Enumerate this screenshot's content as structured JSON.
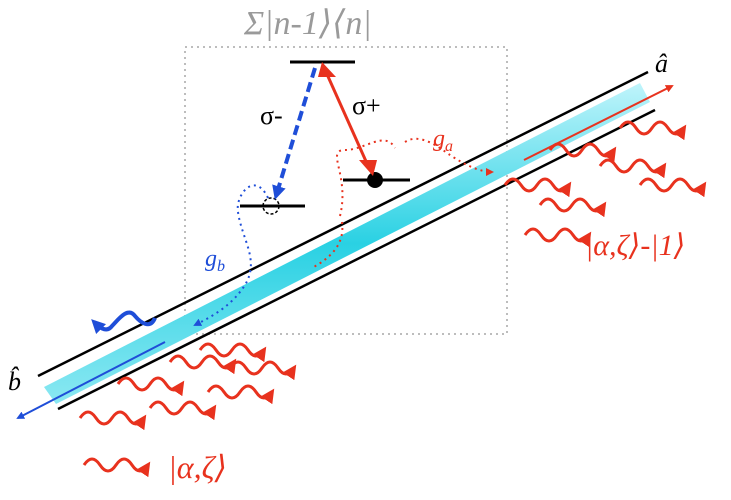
{
  "colors": {
    "red": "#e8321e",
    "blue": "#1f4ed8",
    "cyan": "#2ad1e3",
    "gray": "#9a9a9a",
    "black": "#000000"
  },
  "labels": {
    "projector": "Σ|n-1⟩⟨n|",
    "sigma_minus": "σ-",
    "sigma_plus": "σ+",
    "g_a": "ga",
    "g_b": "gb",
    "mode_a": "â",
    "mode_b": "b̂",
    "state_input": "|α,ζ⟩",
    "state_output": "|α,ζ⟩-|1⟩"
  },
  "icons": {
    "excited_level": "level-line",
    "ground_level_filled": "filled-dot",
    "ground_level_empty": "dashed-circle"
  }
}
